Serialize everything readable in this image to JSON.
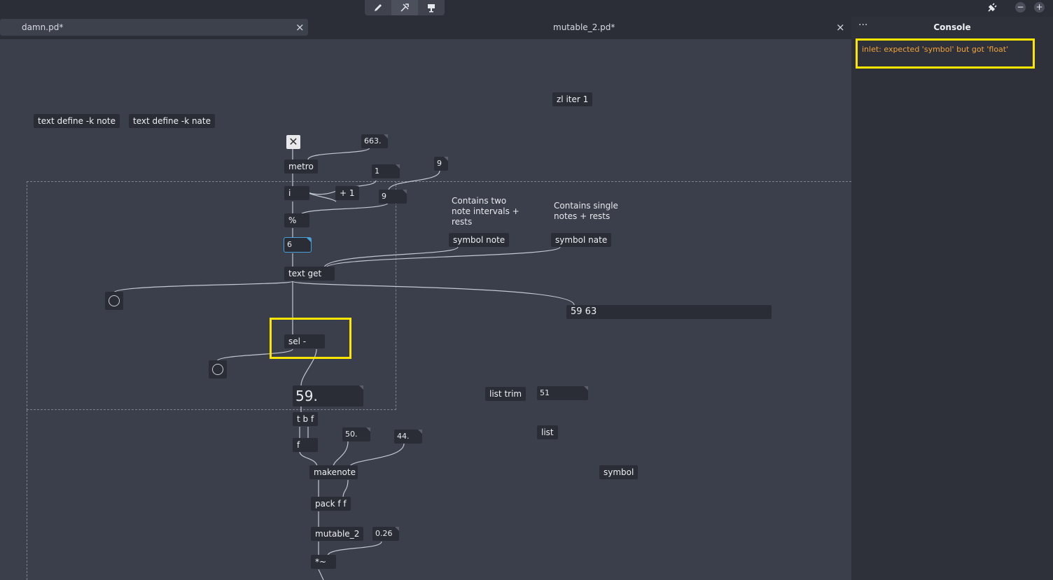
{
  "toolbar": {
    "tools": [
      {
        "name": "edit-tool",
        "icon": "pencil-icon"
      },
      {
        "name": "run-tool",
        "icon": "cursor-tool-icon"
      },
      {
        "name": "present-tool",
        "icon": "presentation-icon"
      }
    ],
    "minimize_label": "−",
    "maximize_label": "+"
  },
  "tabs": [
    {
      "label": "damn.pd*",
      "close": "×"
    },
    {
      "label": "mutable_2.pd*",
      "close": "×"
    }
  ],
  "patch": {
    "objects": {
      "text_define_note": "text define -k note",
      "text_define_nate": "text define -k nate",
      "zl_iter": "zl iter 1",
      "metro": "metro",
      "i": "i",
      "plus1": "+ 1",
      "mod": "%",
      "text_get": "text get",
      "sel": "sel -",
      "tbf": "t b f",
      "f": "f",
      "makenote": "makenote",
      "pack": "pack f f",
      "mutable": "mutable_2",
      "times_tilde": "*~",
      "list_trim": "list trim",
      "list": "list",
      "symbol": "symbol"
    },
    "numbers": {
      "metro_time": "663.",
      "one": "1",
      "nine_a": "9",
      "nine_b": "9",
      "six": "6",
      "big_value": "59.",
      "velocity": "50.",
      "duration": "44.",
      "fifty_one": "51",
      "gain": "0.26"
    },
    "messages": {
      "symbol_note": "symbol note",
      "symbol_nate": "symbol nate",
      "list_out": "59 63"
    },
    "comments": {
      "note_intervals": [
        "Contains two",
        "note intervals +",
        "rests"
      ],
      "single_notes": [
        "Contains single",
        "notes + rests"
      ]
    },
    "toggle_symbol": "✕"
  },
  "console": {
    "title": "Console",
    "menu": "···",
    "messages": [
      "inlet: expected 'symbol' but got 'float'"
    ]
  },
  "colors": {
    "canvas_bg": "#3b3f4b",
    "object_bg": "#2b2d36",
    "console_error": "#f2a33a",
    "highlight": "#ffe600",
    "selection": "#4aa0d8"
  }
}
